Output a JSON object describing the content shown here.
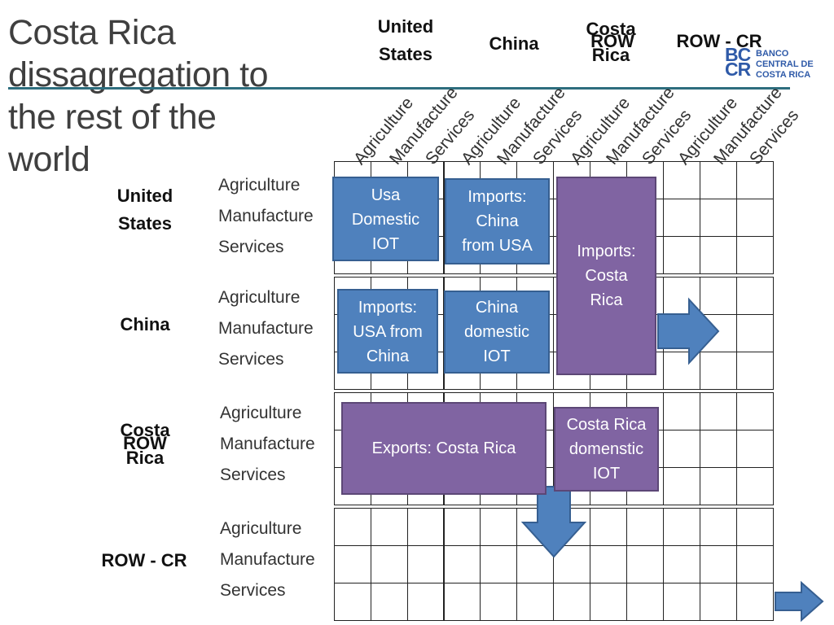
{
  "title": "Costa Rica\ndissagregation to\nthe rest of the\nworld",
  "logo": {
    "monogram_top": "BC",
    "monogram_bottom": "CR",
    "name_lines": [
      "BANCO",
      "CENTRAL DE",
      "COSTA RICA"
    ]
  },
  "columns": {
    "united_states": "United\nStates",
    "china": "China",
    "costa_rica": "Costa\nRica",
    "row_overlay": "ROW",
    "row_cr": "ROW - CR"
  },
  "rows": {
    "united_states": "United\nStates",
    "china": "China",
    "costa_rica": "Costa\nRica",
    "row_overlay": "ROW",
    "row_cr": "ROW - CR"
  },
  "sectors": [
    "Agriculture",
    "Manufacture",
    "Services"
  ],
  "boxes": {
    "usa_domestic": "Usa\nDomestic\nIOT",
    "imports_china_from_usa": "Imports:\nChina\nfrom USA",
    "imports_costa_rica": "Imports:\nCosta\nRica",
    "imports_usa_from_china": "Imports:\nUSA from\nChina",
    "china_domestic": "China\ndomestic\nIOT",
    "exports_costa_rica": "Exports: Costa Rica",
    "costa_rica_domestic": "Costa Rica\ndomenstic\nIOT"
  },
  "colors": {
    "blue_box": "#4f81bd",
    "purple_box": "#8064a2",
    "arrow": "#4f81bd",
    "rule": "#2e6e7e"
  }
}
